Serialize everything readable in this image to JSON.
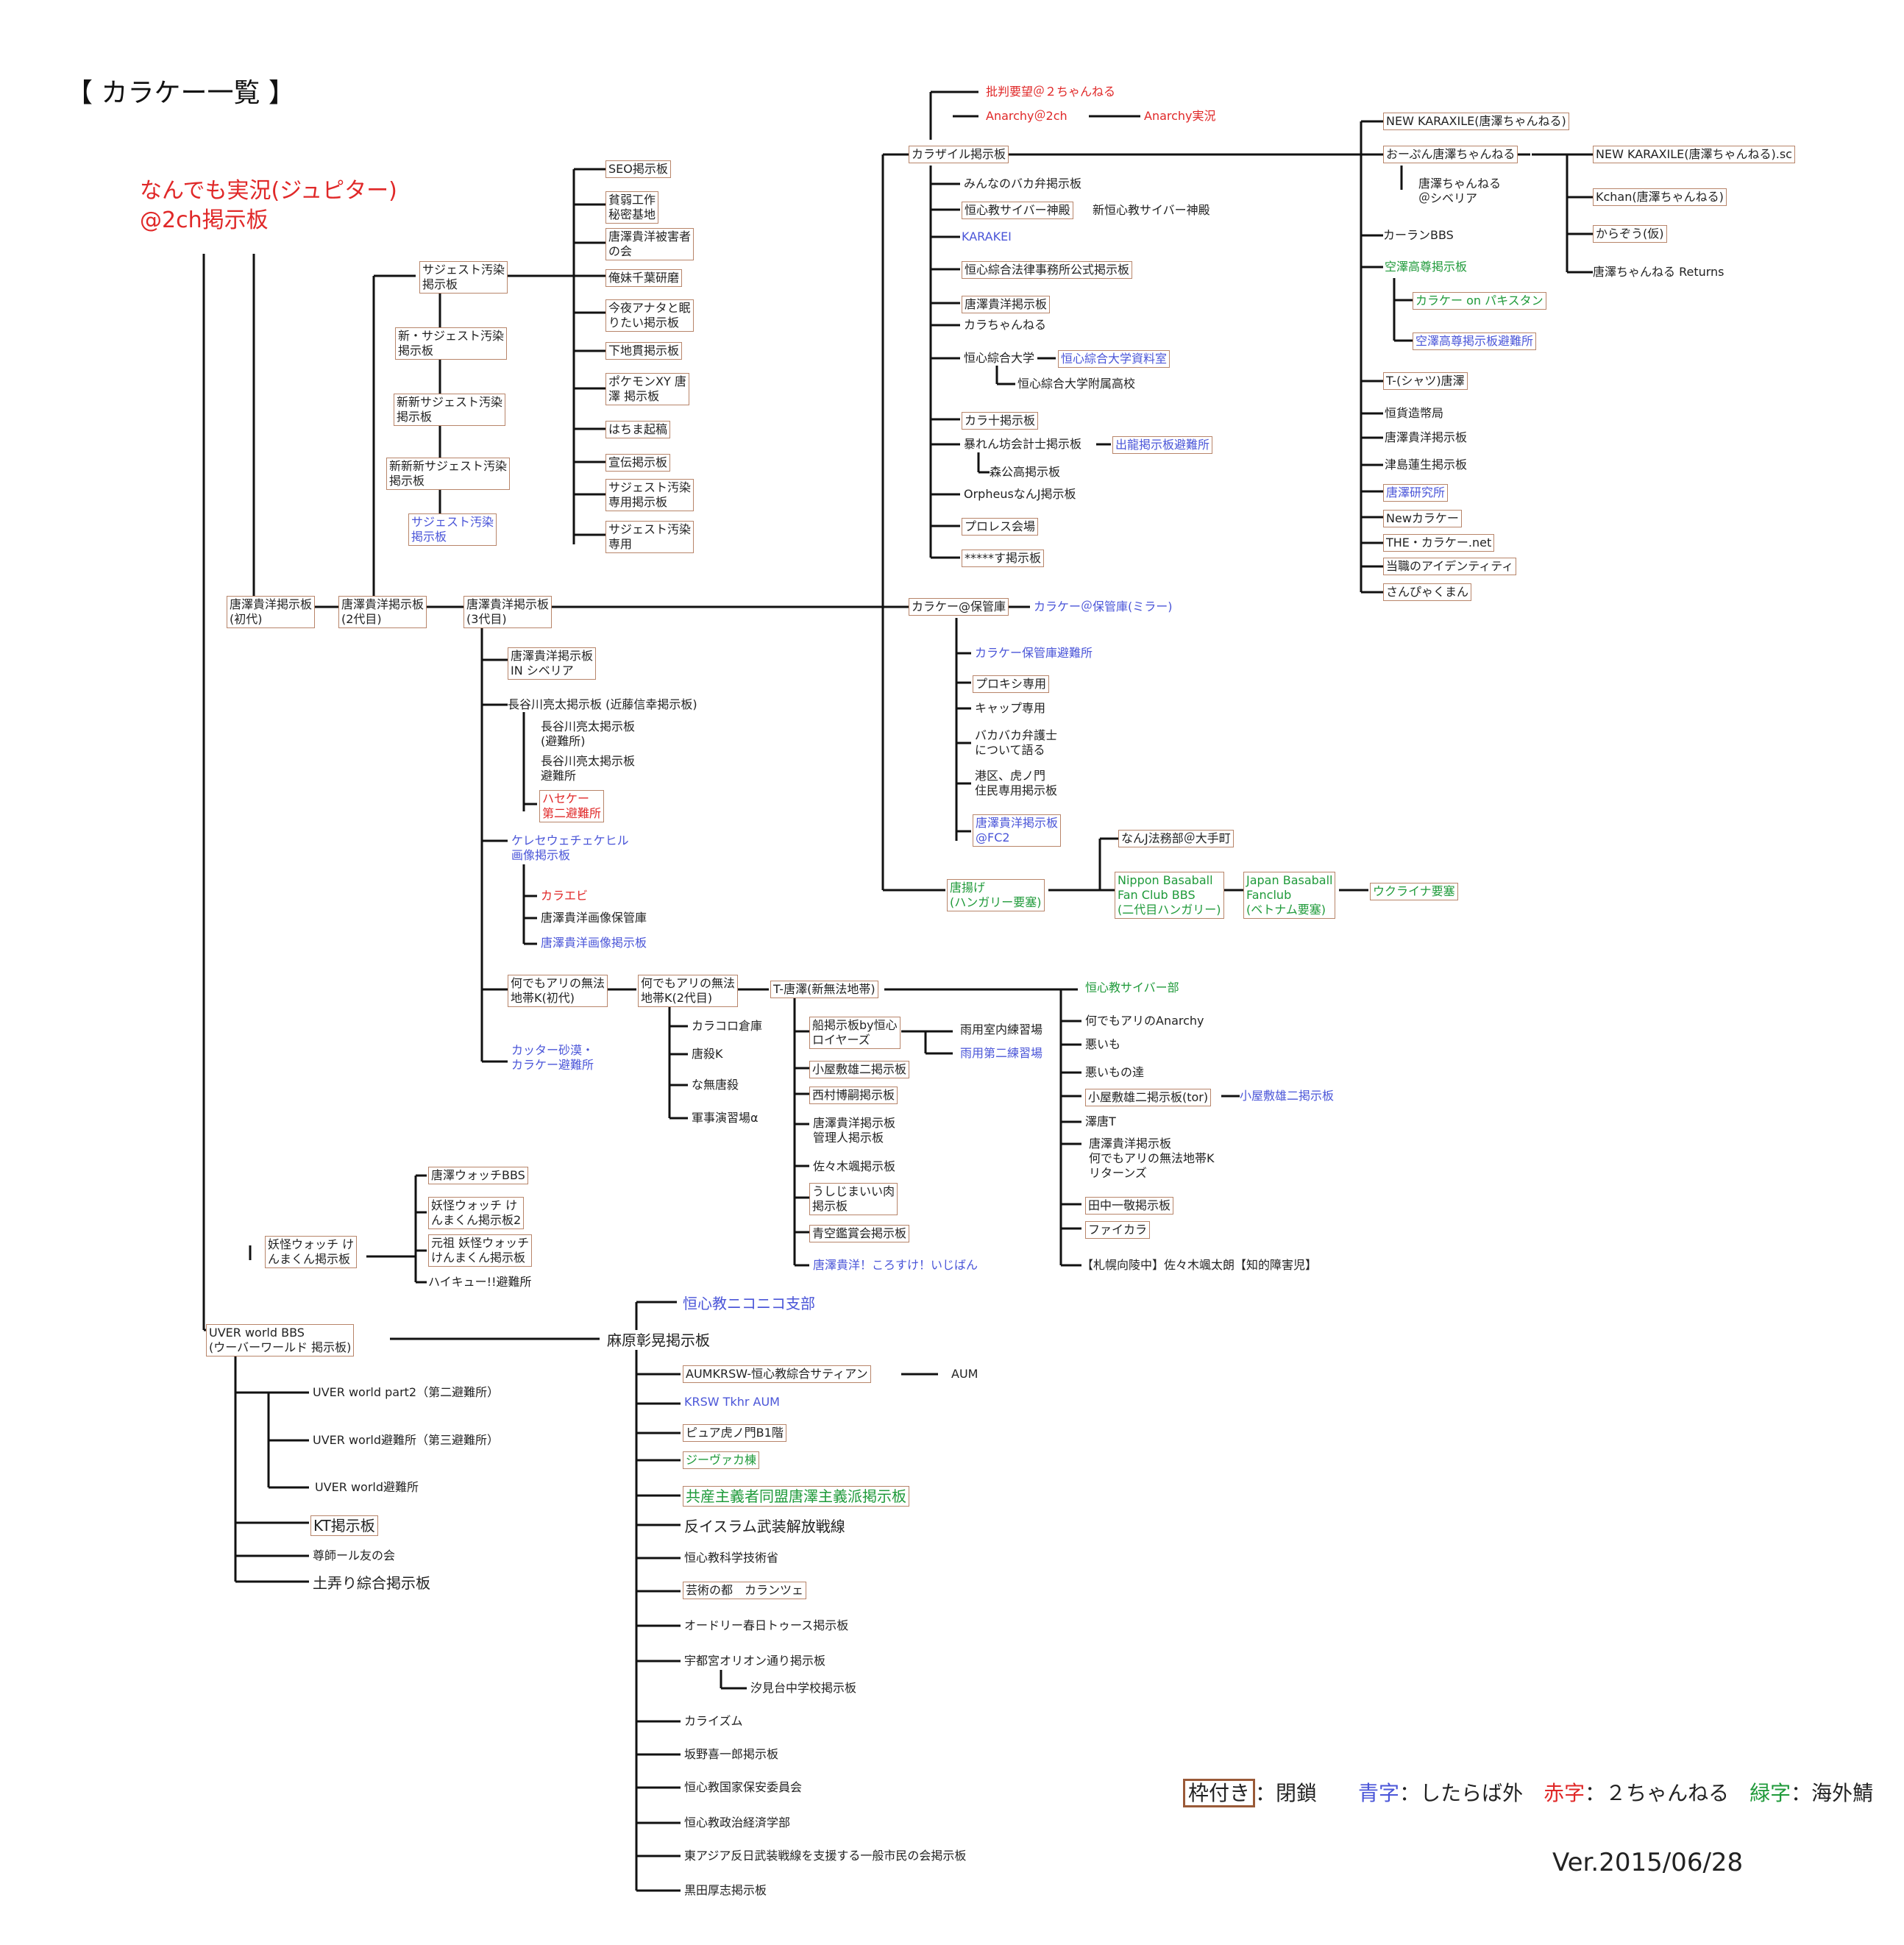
{
  "title": "【 カラケー一覧 】",
  "legend": {
    "boxed_label": "枠付き",
    "boxed_desc": "：閉鎖",
    "blue_label": "青字",
    "blue_desc": "：したらば外",
    "red_label": "赤字",
    "red_desc": "：２ちゃんねる",
    "green_label": "緑字",
    "green_desc": "：海外鯖"
  },
  "version": "Ver.2015/06/28",
  "colors": {
    "box_border": "#b8856a",
    "red": "#e02828",
    "blue": "#4a55d8",
    "green": "#1f9a3a",
    "line": "#111111"
  },
  "nodes": [
    {
      "text": "なんでも実況(ジュピター)\n@2ch掲示板",
      "color": "red",
      "box": false
    },
    {
      "text": "唐澤貴洋掲示板\n(初代)",
      "color": "black",
      "box": true
    },
    {
      "text": "唐澤貴洋掲示板\n(2代目)",
      "color": "black",
      "box": true
    },
    {
      "text": "唐澤貴洋掲示板\n(3代目)",
      "color": "black",
      "box": true
    },
    {
      "text": "サジェスト汚染\n掲示板",
      "color": "black",
      "box": true
    },
    {
      "text": "新・サジェスト汚染\n掲示板",
      "color": "black",
      "box": true
    },
    {
      "text": "新新サジェスト汚染\n掲示板",
      "color": "black",
      "box": true
    },
    {
      "text": "新新新サジェスト汚染\n掲示板",
      "color": "black",
      "box": true
    },
    {
      "text": "サジェスト汚染\n掲示板",
      "color": "blue",
      "box": true
    },
    {
      "text": "SEO掲示板",
      "color": "black",
      "box": true
    },
    {
      "text": "貧弱工作\n秘密基地",
      "color": "black",
      "box": true
    },
    {
      "text": "唐澤貴洋被害者\nの会",
      "color": "black",
      "box": true
    },
    {
      "text": "俺妹千葉研磨",
      "color": "black",
      "box": true
    },
    {
      "text": "今夜アナタと眠\nりたい掲示板",
      "color": "black",
      "box": true
    },
    {
      "text": "下地貫掲示板",
      "color": "black",
      "box": true
    },
    {
      "text": "ポケモンXY 唐\n澤 掲示板",
      "color": "black",
      "box": true
    },
    {
      "text": "はちま起稿",
      "color": "black",
      "box": true
    },
    {
      "text": "宣伝掲示板",
      "color": "black",
      "box": true
    },
    {
      "text": "サジェスト汚染\n専用掲示板",
      "color": "black",
      "box": true
    },
    {
      "text": "サジェスト汚染\n専用",
      "color": "black",
      "box": true
    },
    {
      "text": "唐澤貴洋掲示板\nIN シベリア",
      "color": "black",
      "box": true
    },
    {
      "text": "長谷川亮太掲示板 (近藤信幸掲示板)",
      "color": "black",
      "box": false
    },
    {
      "text": "長谷川亮太掲示板\n(避難所)",
      "color": "black",
      "box": false
    },
    {
      "text": "長谷川亮太掲示板\n避難所",
      "color": "black",
      "box": false
    },
    {
      "text": "ハセケー\n第二避難所",
      "color": "red",
      "box": true
    },
    {
      "text": "ケレセウェチェケヒル\n画像掲示板",
      "color": "blue",
      "box": false
    },
    {
      "text": "カラエビ",
      "color": "red",
      "box": false
    },
    {
      "text": "唐澤貴洋画像保管庫",
      "color": "black",
      "box": false
    },
    {
      "text": "唐澤貴洋画像掲示板",
      "color": "blue",
      "box": false
    },
    {
      "text": "何でもアリの無法\n地帯K(初代)",
      "color": "black",
      "box": true
    },
    {
      "text": "何でもアリの無法\n地帯K(2代目)",
      "color": "black",
      "box": true
    },
    {
      "text": "カッター砂漠・\nカラケー避難所",
      "color": "blue",
      "box": false
    },
    {
      "text": "カラコロ倉庫",
      "color": "black",
      "box": false
    },
    {
      "text": "唐殺K",
      "color": "black",
      "box": false
    },
    {
      "text": "な無唐殺",
      "color": "black",
      "box": false
    },
    {
      "text": "軍事演習場α",
      "color": "black",
      "box": false
    },
    {
      "text": "T-唐澤(新無法地帯)",
      "color": "black",
      "box": true
    },
    {
      "text": "船掲示板by恒心\nロイヤーズ",
      "color": "black",
      "box": true
    },
    {
      "text": "雨用室内練習場",
      "color": "black",
      "box": false
    },
    {
      "text": "雨用第二練習場",
      "color": "blue",
      "box": false
    },
    {
      "text": "小屋敷雄二掲示板",
      "color": "black",
      "box": true
    },
    {
      "text": "西村博嗣掲示板",
      "color": "black",
      "box": true
    },
    {
      "text": "唐澤貴洋掲示板\n管理人掲示板",
      "color": "black",
      "box": false
    },
    {
      "text": "佐々木颯掲示板",
      "color": "black",
      "box": false
    },
    {
      "text": "うしじまいい肉\n掲示板",
      "color": "black",
      "box": true
    },
    {
      "text": "青空鑑賞会掲示板",
      "color": "black",
      "box": true
    },
    {
      "text": "唐澤貴洋！ころすけ！いじばん",
      "color": "blue",
      "box": false
    },
    {
      "text": "恒心教サイバー部",
      "color": "green",
      "box": false
    },
    {
      "text": "何でもアリのAnarchy",
      "color": "black",
      "box": false
    },
    {
      "text": "悪いも",
      "color": "black",
      "box": false
    },
    {
      "text": "悪いもの達",
      "color": "black",
      "box": false
    },
    {
      "text": "小屋敷雄二掲示板(tor)",
      "color": "black",
      "box": true
    },
    {
      "text": "小屋敷雄二掲示板",
      "color": "blue",
      "box": false
    },
    {
      "text": "澤唐T",
      "color": "black",
      "box": false
    },
    {
      "text": "唐澤貴洋掲示板\n何でもアリの無法地帯K\nリターンズ",
      "color": "black",
      "box": false
    },
    {
      "text": "田中一敬掲示板",
      "color": "black",
      "box": true
    },
    {
      "text": "ファイカラ",
      "color": "black",
      "box": true
    },
    {
      "text": "【札幌向陵中】佐々木颯太朗【知的障害児】",
      "color": "black",
      "box": false
    },
    {
      "text": "カラザイル掲示板",
      "color": "black",
      "box": true
    },
    {
      "text": "批判要望＠２ちゃんねる",
      "color": "red",
      "box": false
    },
    {
      "text": "Anarchy＠2ch",
      "color": "red",
      "box": false
    },
    {
      "text": "Anarchy実況",
      "color": "red",
      "box": false
    },
    {
      "text": "みんなのバカ弁掲示板",
      "color": "black",
      "box": false
    },
    {
      "text": "恒心教サイバー神殿",
      "color": "black",
      "box": true
    },
    {
      "text": "新恒心教サイバー神殿",
      "color": "black",
      "box": false
    },
    {
      "text": "KARAKEI",
      "color": "blue",
      "box": false
    },
    {
      "text": "恒心綜合法律事務所公式掲示板",
      "color": "black",
      "box": true
    },
    {
      "text": "唐澤貴洋掲示板",
      "color": "black",
      "box": true
    },
    {
      "text": "カラちゃんねる",
      "color": "black",
      "box": false
    },
    {
      "text": "恒心綜合大学",
      "color": "black",
      "box": false
    },
    {
      "text": "恒心綜合大学資料室",
      "color": "blue",
      "box": true
    },
    {
      "text": "恒心綜合大学附属高校",
      "color": "black",
      "box": false
    },
    {
      "text": "カラ十掲示板",
      "color": "black",
      "box": true
    },
    {
      "text": "暴れん坊会計士掲示板",
      "color": "black",
      "box": false
    },
    {
      "text": "出龍掲示板避難所",
      "color": "blue",
      "box": true
    },
    {
      "text": "森公高掲示板",
      "color": "black",
      "box": false
    },
    {
      "text": "OrpheusなんJ掲示板",
      "color": "black",
      "box": false
    },
    {
      "text": "プロレス会場",
      "color": "black",
      "box": true
    },
    {
      "text": "*****す掲示板",
      "color": "black",
      "box": true
    },
    {
      "text": "カラケー@保管庫",
      "color": "black",
      "box": true
    },
    {
      "text": "カラケー＠保管庫(ミラー)",
      "color": "blue",
      "box": false
    },
    {
      "text": "カラケー保管庫避難所",
      "color": "blue",
      "box": false
    },
    {
      "text": "プロキシ専用",
      "color": "black",
      "box": true
    },
    {
      "text": "キャップ専用",
      "color": "black",
      "box": false
    },
    {
      "text": "バカバカ弁護士\nについて語る",
      "color": "black",
      "box": false
    },
    {
      "text": "港区、虎ノ門\n住民専用掲示板",
      "color": "black",
      "box": false
    },
    {
      "text": "唐澤貴洋掲示板\n@FC2",
      "color": "blue",
      "box": true
    },
    {
      "text": "唐揚げ\n(ハンガリー要塞)",
      "color": "green",
      "box": true
    },
    {
      "text": "なんJ法務部＠大手町",
      "color": "black",
      "box": true
    },
    {
      "text": "Nippon Basaball\nFan Club BBS\n(二代目ハンガリー)",
      "color": "green",
      "box": true
    },
    {
      "text": "Japan Basaball\nFanclub\n(ベトナム要塞)",
      "color": "green",
      "box": true
    },
    {
      "text": "ウクライナ要塞",
      "color": "green",
      "box": true
    },
    {
      "text": "NEW KARAXILE(唐澤ちゃんねる)",
      "color": "black",
      "box": true
    },
    {
      "text": "おーぷん唐澤ちゃんねる",
      "color": "black",
      "box": true
    },
    {
      "text": "唐澤ちゃんねる\n＠シベリア",
      "color": "black",
      "box": false
    },
    {
      "text": "NEW KARAXILE(唐澤ちゃんねる).sc",
      "color": "black",
      "box": true
    },
    {
      "text": "Kchan(唐澤ちゃんねる)",
      "color": "black",
      "box": true
    },
    {
      "text": "からぞう(仮)",
      "color": "black",
      "box": true
    },
    {
      "text": "唐澤ちゃんねる Returns",
      "color": "black",
      "box": false
    },
    {
      "text": "カーランBBS",
      "color": "black",
      "box": false
    },
    {
      "text": "空澤高尊掲示板",
      "color": "green",
      "box": false
    },
    {
      "text": "カラケー on パキスタン",
      "color": "green",
      "box": true
    },
    {
      "text": "空澤高尊掲示板避難所",
      "color": "blue",
      "box": true
    },
    {
      "text": "T-(シャツ)唐澤",
      "color": "black",
      "box": true
    },
    {
      "text": "恒貨造幣局",
      "color": "black",
      "box": false
    },
    {
      "text": "唐澤貴洋掲示板",
      "color": "black",
      "box": false
    },
    {
      "text": "津島蓮生掲示板",
      "color": "black",
      "box": false
    },
    {
      "text": "唐澤研究所",
      "color": "blue",
      "box": true
    },
    {
      "text": "Newカラケー",
      "color": "black",
      "box": true
    },
    {
      "text": "THE・カラケー.net",
      "color": "black",
      "box": true
    },
    {
      "text": "当職のアイデンティティ",
      "color": "black",
      "box": true
    },
    {
      "text": "さんぴゃくまん",
      "color": "black",
      "box": true
    },
    {
      "text": "唐澤ウォッチBBS",
      "color": "black",
      "box": true
    },
    {
      "text": "妖怪ウォッチ け\nんまくん掲示板2",
      "color": "black",
      "box": true
    },
    {
      "text": "元祖 妖怪ウォッチ\nけんまくん掲示板",
      "color": "black",
      "box": true
    },
    {
      "text": "ハイキュー!!避難所",
      "color": "black",
      "box": false
    },
    {
      "text": "妖怪ウォッチ け\nんまくん掲示板",
      "color": "black",
      "box": true
    },
    {
      "text": "UVER world BBS\n(ウーバーワールド 掲示板)",
      "color": "black",
      "box": true
    },
    {
      "text": "UVER world part2（第二避難所）",
      "color": "black",
      "box": false
    },
    {
      "text": "UVER world避難所（第三避難所）",
      "color": "black",
      "box": false
    },
    {
      "text": "UVER world避難所",
      "color": "black",
      "box": false
    },
    {
      "text": "KT掲示板",
      "color": "black",
      "box": true
    },
    {
      "text": "尊師ール友の会",
      "color": "black",
      "box": false
    },
    {
      "text": "土弄り綜合掲示板",
      "color": "black",
      "box": false
    },
    {
      "text": "恒心教ニコニコ支部",
      "color": "blue",
      "box": false
    },
    {
      "text": "麻原彰晃掲示板",
      "color": "black",
      "box": false
    },
    {
      "text": "AUMKRSW-恒心教綜合サティアン",
      "color": "black",
      "box": true
    },
    {
      "text": "AUM",
      "color": "black",
      "box": false
    },
    {
      "text": "KRSW Tkhr AUM",
      "color": "blue",
      "box": false
    },
    {
      "text": "ピュア虎ノ門B1階",
      "color": "black",
      "box": true
    },
    {
      "text": "ジーヴァカ棟",
      "color": "green",
      "box": true
    },
    {
      "text": "共産主義者同盟唐澤主義派掲示板",
      "color": "green",
      "box": true
    },
    {
      "text": "反イスラム武装解放戦線",
      "color": "black",
      "box": false
    },
    {
      "text": "恒心教科学技術省",
      "color": "black",
      "box": false
    },
    {
      "text": "芸術の都　カランツェ",
      "color": "black",
      "box": true
    },
    {
      "text": "オードリー春日トゥース掲示板",
      "color": "black",
      "box": false
    },
    {
      "text": "宇都宮オリオン通り掲示板",
      "color": "black",
      "box": false
    },
    {
      "text": "汐見台中学校掲示板",
      "color": "black",
      "box": false
    },
    {
      "text": "カライズム",
      "color": "black",
      "box": false
    },
    {
      "text": "坂野喜一郎掲示板",
      "color": "black",
      "box": false
    },
    {
      "text": "恒心教国家保安委員会",
      "color": "black",
      "box": false
    },
    {
      "text": "恒心教政治経済学部",
      "color": "black",
      "box": false
    },
    {
      "text": "東アジア反日武装戦線を支援する一般市民の会掲示板",
      "color": "black",
      "box": false
    },
    {
      "text": "黒田厚志掲示板",
      "color": "black",
      "box": false
    }
  ]
}
